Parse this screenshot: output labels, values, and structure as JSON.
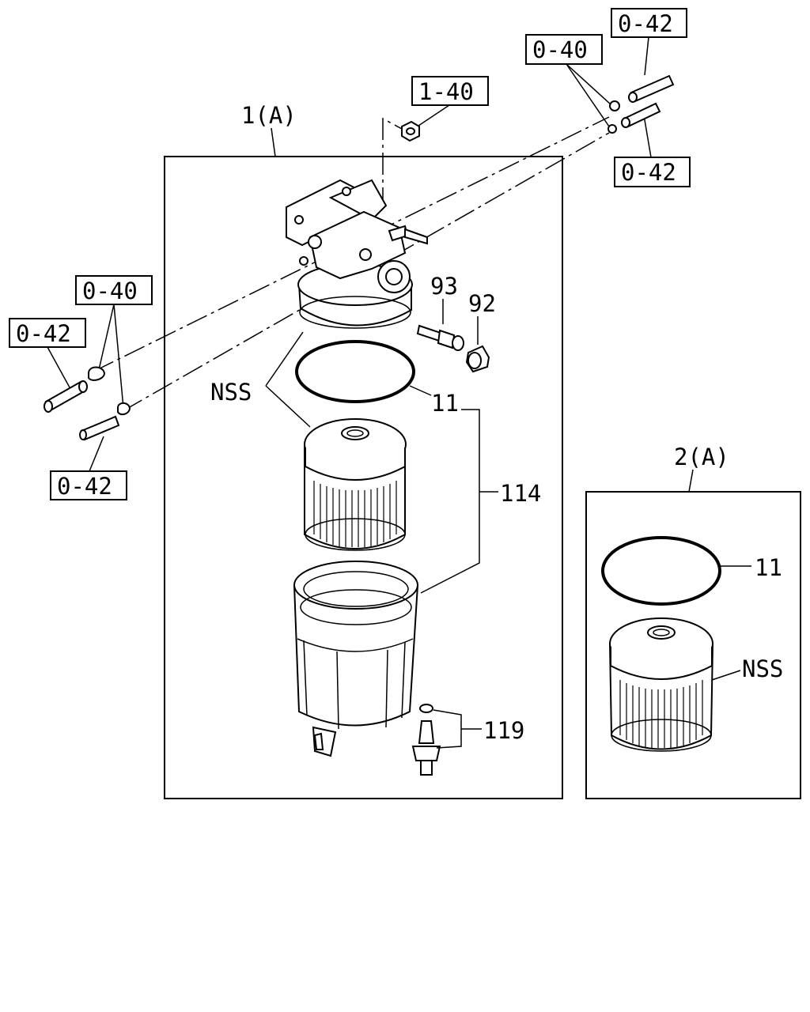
{
  "refs": {
    "r040_top": "0-40",
    "r042_top": "0-42",
    "r042_top2": "0-42",
    "r140": "1-40",
    "r040_left": "0-40",
    "r042_left": "0-42",
    "r042_left2": "0-42"
  },
  "groups": {
    "main": "1(A)",
    "kit": "2(A)"
  },
  "parts": {
    "p93": "93",
    "p92": "92",
    "nss_main": "NSS",
    "p11_main": "11",
    "p114": "114",
    "p119": "119",
    "p11_kit": "11",
    "nss_kit": "NSS"
  }
}
